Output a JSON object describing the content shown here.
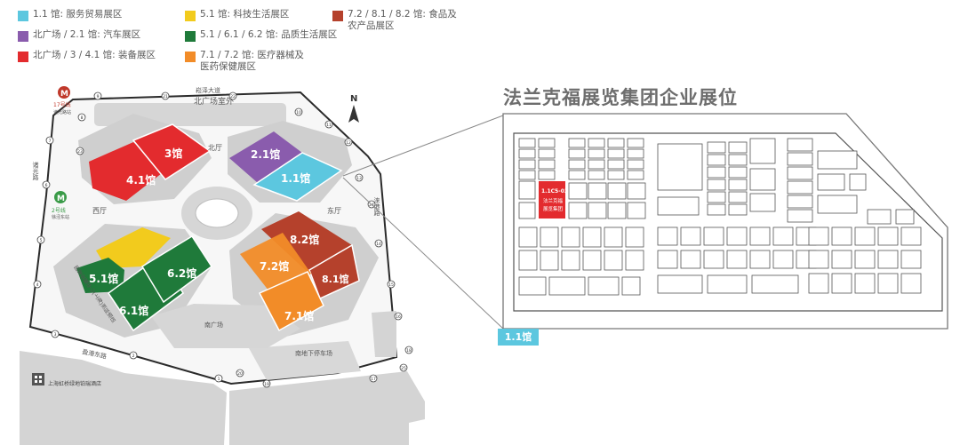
{
  "legend": [
    {
      "label": "1.1 馆: 服务贸易展区",
      "color": "#5cc7df"
    },
    {
      "label": "5.1 馆: 科技生活展区",
      "color": "#f2cb1d"
    },
    {
      "label": "7.2 / 8.1 / 8.2 馆: 食品及\n农产品展区",
      "color": "#b5412c"
    },
    {
      "label": "北广场 / 2.1 馆: 汽车展区",
      "color": "#8a5cad"
    },
    {
      "label": "5.1 / 6.1 / 6.2 馆: 品质生活展区",
      "color": "#1f7a3a"
    },
    {
      "label": "北广场 / 3 / 4.1 馆: 装备展区",
      "color": "#e32b2e"
    },
    {
      "label": "7.1 / 7.2 馆: 医疗器械及\n医药保健展区",
      "color": "#f28c28"
    }
  ],
  "site_map": {
    "roads": {
      "north_road": "崧泽大道",
      "west_road": "诸光路",
      "east_road": "涞港路",
      "south_road": "盈港东路"
    },
    "plazas": {
      "north_plaza": "北广场室外",
      "north_hall": "北厅",
      "west_hall": "西厅",
      "east_hall": "东厅",
      "south_plaza": "南广场",
      "south_parking": "南地下停车场"
    },
    "halls": {
      "h3": "3馆",
      "h41": "4.1馆",
      "h21": "2.1馆",
      "h11": "1.1馆",
      "h51": "5.1馆",
      "h61": "6.1馆",
      "h62": "6.2馆",
      "h72": "7.2馆",
      "h82": "8.2馆",
      "h81": "8.1馆",
      "h71": "7.1馆"
    },
    "metro": {
      "line17": "17号线",
      "line17_station": "诸光路站",
      "line2": "2号线",
      "line2_station": "徐泾东站"
    },
    "hotel": "上海虹桥绿地铂瑞酒店",
    "center_building": "国家会展中心(上海)洲际酒店",
    "north_arrow": "N",
    "gate_numbers": [
      "1",
      "2",
      "3",
      "4",
      "5",
      "6",
      "7",
      "8",
      "9",
      "10",
      "11",
      "12",
      "13",
      "14",
      "15",
      "16",
      "17",
      "18",
      "19",
      "20",
      "21",
      "22",
      "23",
      "24",
      "25"
    ]
  },
  "hall_plan": {
    "title": "法兰克福展览集团企业展位",
    "hall_tag": "1.1馆",
    "booth": {
      "code": "1.1C5-03",
      "name_line1": "法兰克福",
      "name_line2": "展览集团"
    },
    "booth_color": "#e32b2e"
  }
}
